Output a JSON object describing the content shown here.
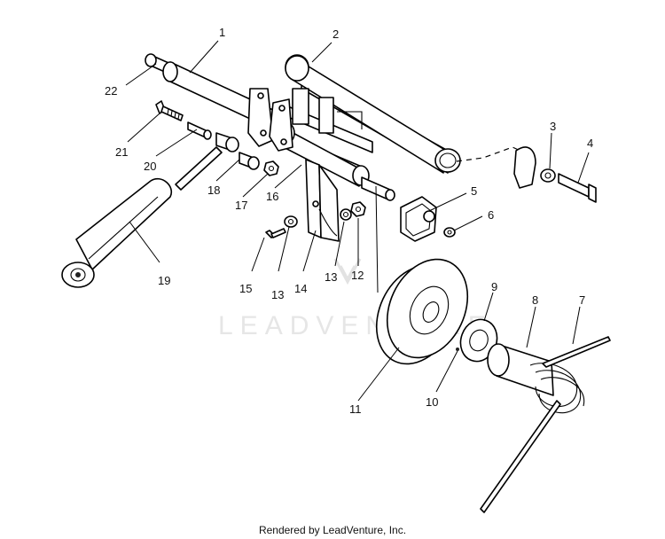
{
  "diagram": {
    "watermark": "LEADVENTURE",
    "footer": "Rendered by LeadVenture, Inc.",
    "callouts": [
      "1",
      "2",
      "3",
      "4",
      "5",
      "6",
      "7",
      "8",
      "9",
      "10",
      "11",
      "12",
      "13",
      "13",
      "14",
      "15",
      "16",
      "17",
      "18",
      "19",
      "20",
      "21",
      "22"
    ]
  }
}
